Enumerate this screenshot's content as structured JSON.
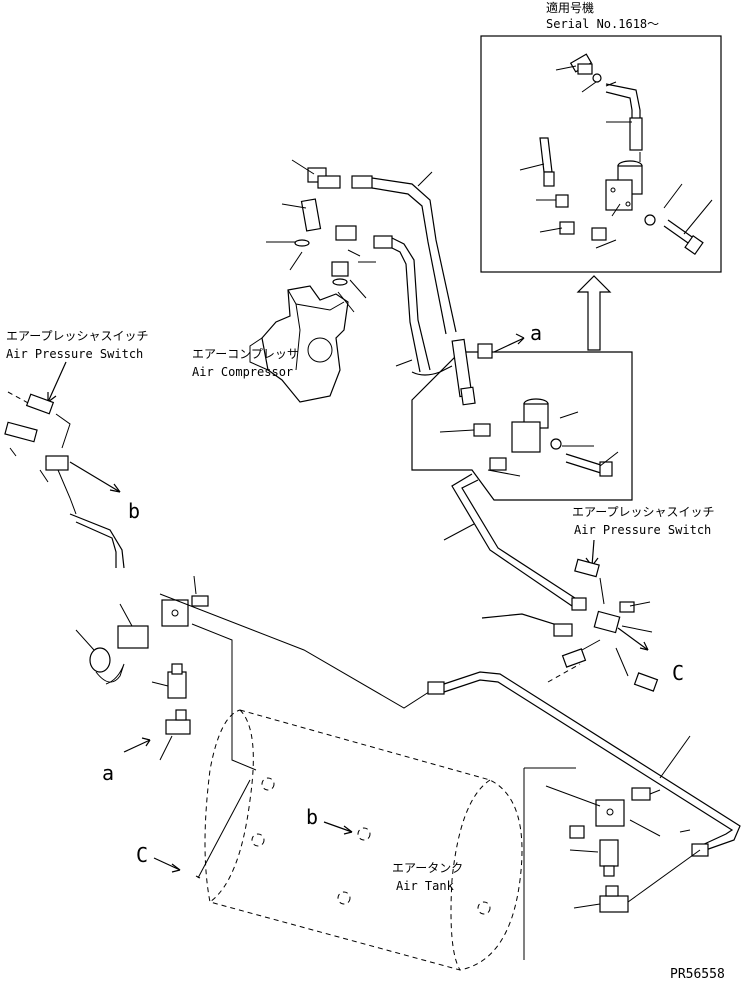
{
  "inset": {
    "title_jp": "適用号機",
    "title_en": "Serial No.1618〜"
  },
  "labels": {
    "compressor_jp": "エアーコンプレッサ",
    "compressor_en": "Air Compressor",
    "switch_left_jp": "エアープレッシャスイッチ",
    "switch_left_en": "Air Pressure Switch",
    "switch_right_jp": "エアープレッシャスイッチ",
    "switch_right_en": "Air Pressure Switch",
    "tank_jp": "エアータンク",
    "tank_en": "Air Tank"
  },
  "refs": {
    "a1": "a",
    "a2": "a",
    "b1": "b",
    "b2": "b",
    "c1": "C",
    "c2": "C"
  },
  "drawing_number": "PR56558"
}
